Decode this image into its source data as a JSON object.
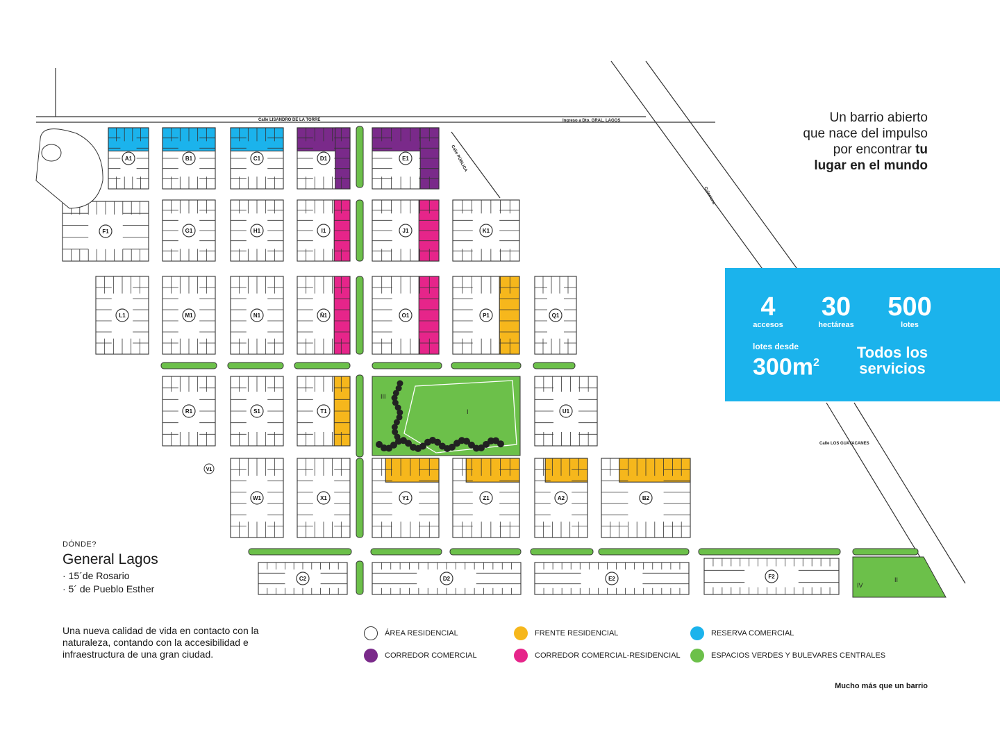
{
  "colors": {
    "residencial": "#ffffff",
    "frente": "#f6b71c",
    "reserva": "#1bb3ec",
    "corredor": "#7a2a8a",
    "corredor_residencial": "#e6258a",
    "verde": "#6cc04a",
    "lines": "#333333"
  },
  "streets": {
    "main": "Calle LISANDRO DE LA TORRE",
    "ingreso": "Ingreso a Dto. GRAL. LAGOS",
    "publica": "Calle PÚBLICA",
    "colectora": "Colectora",
    "guayacanes": "Calle LOS GUAYACANES"
  },
  "blocks": {
    "labels": [
      "A1",
      "B1",
      "C1",
      "D1",
      "E1",
      "F1",
      "G1",
      "H1",
      "I1",
      "J1",
      "K1",
      "L1",
      "M1",
      "N1",
      "Ñ1",
      "O1",
      "P1",
      "Q1",
      "R1",
      "S1",
      "T1",
      "U1",
      "V1",
      "W1",
      "X1",
      "Y1",
      "Z1",
      "A2",
      "B2",
      "C2",
      "D2",
      "E2",
      "F2"
    ]
  },
  "parks": {
    "big": "I",
    "small": "II",
    "w": "III",
    "iv": "IV"
  },
  "tagline": {
    "l1": "Un barrio abierto",
    "l2": "que nace del impulso",
    "l3a": "por encontrar ",
    "l3b": "tu",
    "l4": "lugar en el mundo"
  },
  "stats": {
    "accesos_num": "4",
    "accesos_lbl": "accesos",
    "hectareas_num": "30",
    "hectareas_lbl": "hectáreas",
    "lotes_num": "500",
    "lotes_lbl": "lotes",
    "desde_lbl": "lotes desde",
    "desde_num": "300m",
    "desde_sup": "2",
    "servicios": "Todos los servicios"
  },
  "donde": {
    "key": "DÓNDE?",
    "place": "General Lagos",
    "l1": "· 15´de Rosario",
    "l2": "· 5´ de Pueblo Esther"
  },
  "blurb": "Una nueva calidad de vida en contacto con la naturaleza, contando con la accesibilidad e infraestructura de una gran ciudad.",
  "legend": {
    "residencial": "ÁREA RESIDENCIAL",
    "frente": "FRENTE RESIDENCIAL",
    "reserva": "RESERVA COMERCIAL",
    "corredor": "CORREDOR COMERCIAL",
    "corredor_res": "CORREDOR COMERCIAL-RESIDENCIAL",
    "verde": "ESPACIOS VERDES Y BULEVARES CENTRALES"
  },
  "footer": "Mucho más que un barrio"
}
